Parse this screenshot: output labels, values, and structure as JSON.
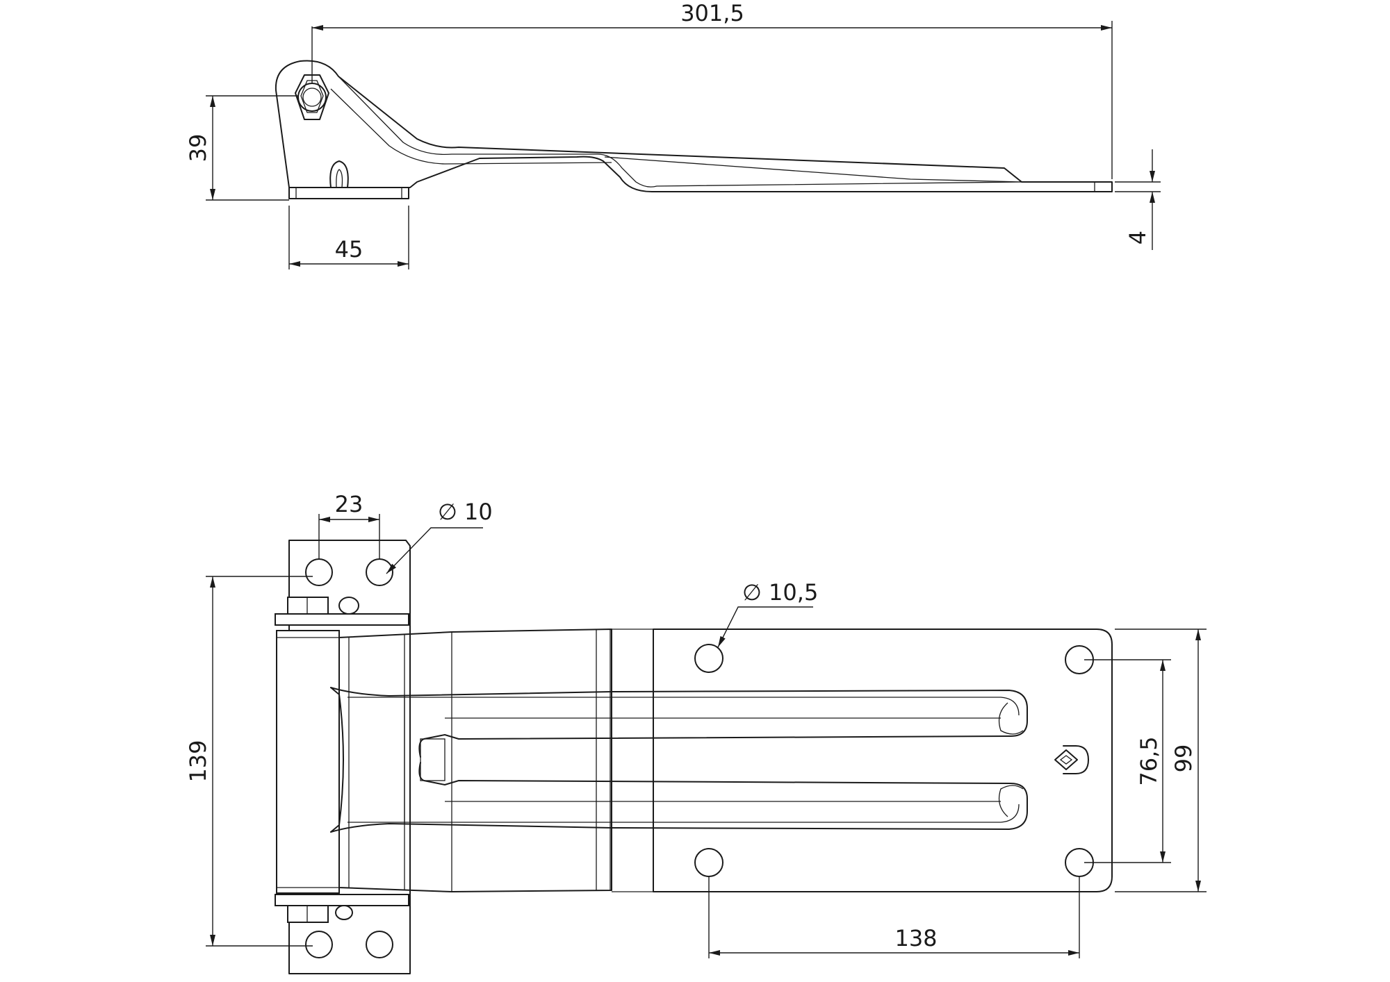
{
  "views": {
    "side": {
      "dims": {
        "total_length": "301,5",
        "height": "39",
        "base_width": "45",
        "thickness": "4"
      }
    },
    "top": {
      "dims": {
        "hole_spacing_leaf": "23",
        "small_hole_dia": "∅ 10",
        "large_hole_dia": "∅ 10,5",
        "overall_height": "139",
        "plate_hole_spacing": "76,5",
        "plate_height": "99",
        "plate_hole_distance": "138"
      }
    }
  }
}
